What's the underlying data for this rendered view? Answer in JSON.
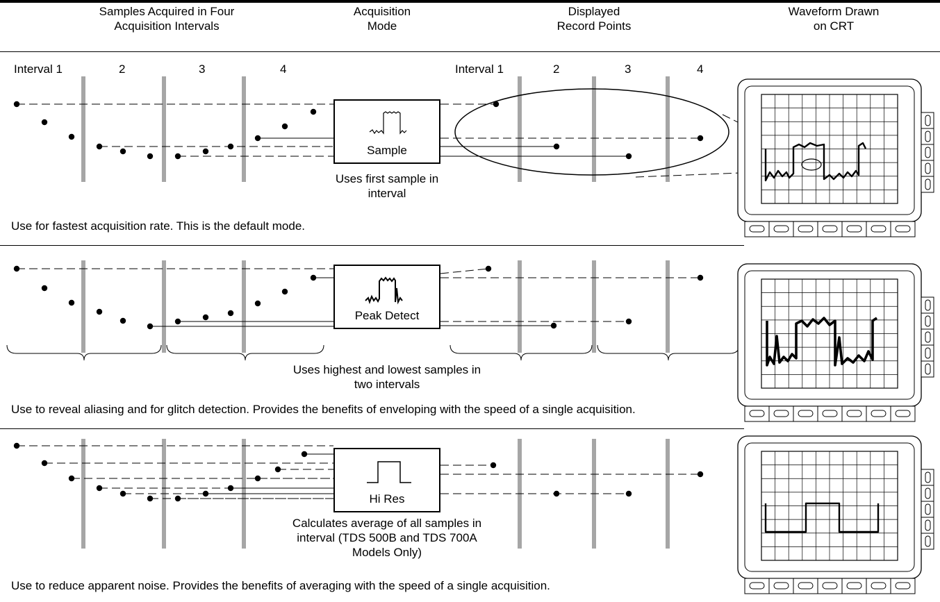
{
  "headers": {
    "samples": [
      "Samples Acquired in Four",
      "Acquisition Intervals"
    ],
    "mode": [
      "Acquisition",
      "Mode"
    ],
    "record": [
      "Displayed",
      "Record Points"
    ],
    "crt": [
      "Waveform Drawn",
      "on CRT"
    ]
  },
  "interval_labels": {
    "left": [
      "Interval 1",
      "2",
      "3",
      "4"
    ],
    "right": [
      "Interval 1",
      "2",
      "3",
      "4"
    ]
  },
  "panels": [
    {
      "mode": "Sample",
      "caption": [
        "Uses first sample in",
        "interval"
      ],
      "footer": "Use for fastest acquisition rate. This is the default mode."
    },
    {
      "mode": "Peak Detect",
      "caption": [
        "Uses highest and lowest samples in",
        "two intervals"
      ],
      "footer": "Use to reveal aliasing and for glitch detection. Provides the benefits of enveloping with the speed of a single acquisition."
    },
    {
      "mode": "Hi Res",
      "caption": [
        "Calculates average of all samples in",
        "interval (TDS 500B and TDS 700A",
        "Models Only)"
      ],
      "footer": "Use to reduce apparent noise. Provides the benefits of averaging with the speed of a single acquisition."
    }
  ],
  "colors": {
    "ink": "#000000",
    "interval_bar": "#a6a6a6",
    "crt_grid": "#000000"
  }
}
